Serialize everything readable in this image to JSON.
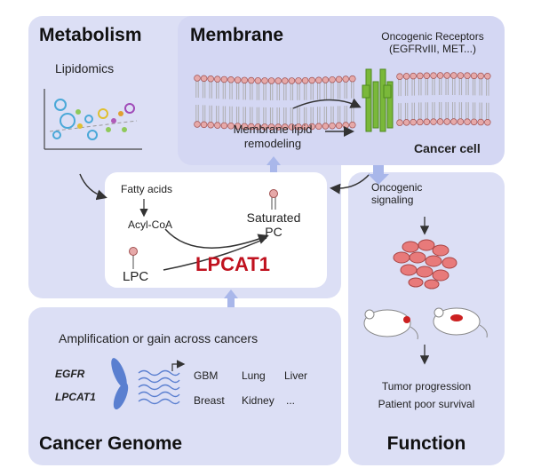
{
  "panels": {
    "metabolism": {
      "title": "Metabolism",
      "sub": "Lipidomics"
    },
    "membrane": {
      "title": "Membrane",
      "receptors_line1": "Oncogenic Receptors",
      "receptors_line2": "(EGFRvIII, MET...)",
      "remodel_line1": "Membrane lipid",
      "remodel_line2": "remodeling",
      "cancer_cell": "Cancer cell"
    },
    "center": {
      "fatty_acids": "Fatty acids",
      "acyl_coa": "Acyl-CoA",
      "lpc": "LPC",
      "lpcat1": "LPCAT1",
      "sat_line1": "Saturated",
      "sat_line2": "PC"
    },
    "genome": {
      "title": "Cancer Genome",
      "amp": "Amplification or gain across cancers",
      "gene1": "EGFR",
      "gene2": "LPCAT1",
      "cancers": [
        "GBM",
        "Lung",
        "Liver",
        "Breast",
        "Kidney",
        "..."
      ]
    },
    "function": {
      "title": "Function",
      "signal_line1": "Oncogenic",
      "signal_line2": "signaling",
      "tumor": "Tumor progression",
      "survival": "Patient poor survival"
    }
  },
  "colors": {
    "panel_bg": "#dcdff5",
    "lpcat1": "#c0121f",
    "receptor": "#7ab83a",
    "lipid_head": "#e6a9a9",
    "cell": "#e87a7a"
  }
}
